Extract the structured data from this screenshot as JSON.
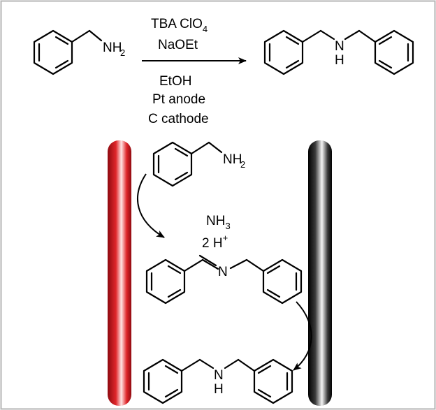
{
  "scheme": {
    "reagents_above_arrow": [
      "TBA ClO",
      "NaOEt"
    ],
    "perchlorate_subscript": "4",
    "conditions_below_arrow": [
      "EtOH",
      "Pt anode",
      "C cathode"
    ],
    "benzylamine_group": "NH",
    "amine_subscript": "2",
    "dibenzylamine_nh": "N",
    "dibenzylamine_h": "H"
  },
  "mechanism": {
    "benzylamine_group": "NH",
    "amine_subscript": "2",
    "byproduct_ammonia": "NH",
    "ammonia_subscript": "3",
    "byproduct_protons": "2 H",
    "proton_charge": "+",
    "imine_nitrogen": "N",
    "product_nh": "N",
    "product_h": "H"
  },
  "colors": {
    "frame": "#b5b5b5",
    "anode": "#e0262a",
    "cathode": "#141414"
  }
}
